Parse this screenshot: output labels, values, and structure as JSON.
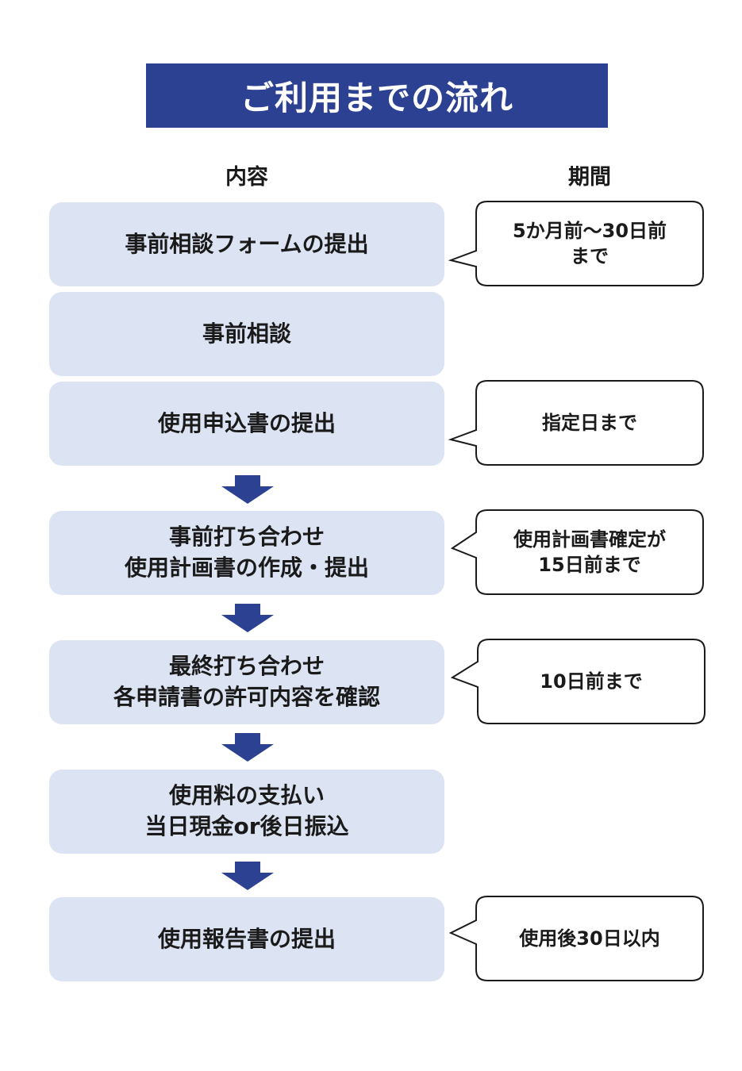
{
  "title": "ご利用までの流れ",
  "headers": {
    "content": "内容",
    "period": "期間"
  },
  "steps": [
    {
      "lines": [
        "事前相談フォームの提出"
      ]
    },
    {
      "lines": [
        "事前相談"
      ]
    },
    {
      "lines": [
        "使用申込書の提出"
      ]
    },
    {
      "lines": [
        "事前打ち合わせ",
        "使用計画書の作成・提出"
      ]
    },
    {
      "lines": [
        "最終打ち合わせ",
        "各申請書の許可内容を確認"
      ]
    },
    {
      "lines": [
        "使用料の支払い",
        "当日現金or後日振込"
      ]
    },
    {
      "lines": [
        "使用報告書の提出"
      ]
    }
  ],
  "periods": [
    {
      "lines": [
        "5か月前～30日前",
        "まで"
      ]
    },
    {
      "lines": [
        "指定日まで"
      ]
    },
    {
      "lines": [
        "使用計画書確定が",
        "15日前まで"
      ]
    },
    {
      "lines": [
        "10日前まで"
      ]
    },
    {
      "lines": [
        "使用後30日以内"
      ]
    }
  ],
  "colors": {
    "banner": "#2c4191",
    "step_fill": "#dce3f3",
    "arrow": "#2c4191",
    "callout_border": "#1a1a1a"
  }
}
